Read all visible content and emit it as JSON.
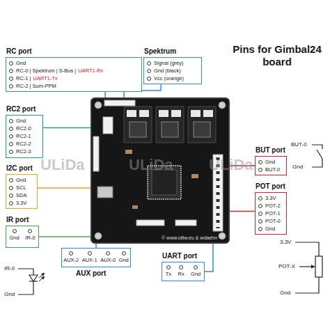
{
  "diagram": {
    "title": "Pins for Gimbal24 board",
    "nodes": [
      {
        "text": [
          "RC port",
          "Gnd",
          "RC-0 | Spektrum | S-Bus |",
          "UART1-Rx",
          "RC-1 |",
          "UART1-Tx",
          "RC-2 | Sum-PPM"
        ]
      },
      {
        "text": [
          "Spektrum",
          "Signal (grey)",
          "Gnd (black)",
          "Vcc (orange)"
        ]
      },
      {
        "text": [
          "© www.olliw.eu & wdaehn"
        ]
      },
      {
        "text": [
          "RC2 port",
          "Gnd",
          "RC2-0",
          "RC2-1",
          "RC2-2",
          "RC2-3"
        ]
      },
      {
        "text": [
          "BUT port",
          "Gnd",
          "BUT-0"
        ]
      },
      {
        "text": [
          "I2C port",
          "Gnd",
          "SCL",
          "SDA",
          "3.3V"
        ]
      },
      {
        "text": [
          "POT port",
          "3.3V",
          "POT-2",
          "POT-1",
          "POT-0",
          "Gnd"
        ]
      },
      {
        "text": [
          "IR port",
          "Gnd",
          "IR-0"
        ]
      },
      {
        "text": [
          "AUX port",
          "AUX-2",
          "AUX-1",
          "AUX-0",
          "Gnd"
        ]
      },
      {
        "text": [
          "UART port",
          "Tx",
          "Rx",
          "Gnd"
        ]
      }
    ],
    "edges": [
      {
        "from": 0,
        "to": 2,
        "arrow": "none"
      },
      {
        "from": 1,
        "to": 2,
        "arrow": "none"
      },
      {
        "from": 3,
        "to": 2,
        "arrow": "none"
      },
      {
        "from": 4,
        "to": 2,
        "arrow": "none"
      },
      {
        "from": 5,
        "to": 2,
        "arrow": "none"
      },
      {
        "from": 6,
        "to": 2,
        "arrow": "none"
      },
      {
        "from": 7,
        "to": 2,
        "arrow": "none"
      },
      {
        "from": 8,
        "to": 2,
        "arrow": "none"
      },
      {
        "from": 9,
        "to": 2,
        "arrow": "none"
      }
    ],
    "labels": [
      "BUT-0",
      "Gnd",
      "3.3V",
      "POT-X",
      "Gnd",
      "IR-0",
      "Gnd",
      "ULiDa",
      "ULiDa",
      "ULiDa"
    ]
  }
}
